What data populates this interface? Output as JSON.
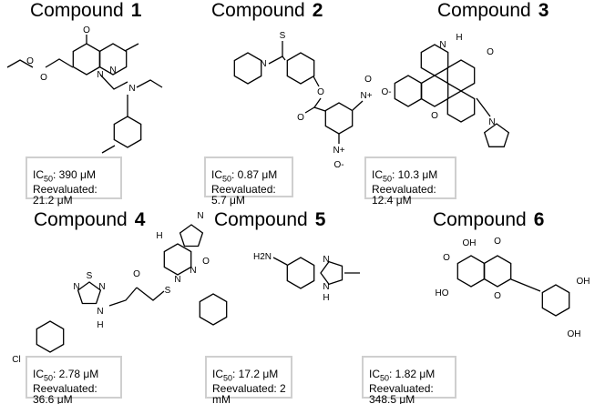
{
  "compounds": [
    {
      "title": "Compound",
      "number": "1",
      "ic50_label": "IC",
      "ic50_sub": "50",
      "ic50": ": 390 μM",
      "reeval": "Reevaluated: 21.2 μM"
    },
    {
      "title": "Compound",
      "number": "2",
      "ic50_label": "IC",
      "ic50_sub": "50",
      "ic50": ": 0.87 μM",
      "reeval": "Reevaluated: 5.7 μM"
    },
    {
      "title": "Compound",
      "number": "3",
      "ic50_label": "IC",
      "ic50_sub": "50",
      "ic50": ": 10.3 μM",
      "reeval": "Reevaluated: 12.4 μM"
    },
    {
      "title": "Compound",
      "number": "4",
      "ic50_label": "IC",
      "ic50_sub": "50",
      "ic50": ": 2.78 μM",
      "reeval": "Reevaluated: 36.6 μM"
    },
    {
      "title": "Compound",
      "number": "5",
      "ic50_label": "IC",
      "ic50_sub": "50",
      "ic50": ": 17.2 μM",
      "reeval": "Reevaluated: 2 mM"
    },
    {
      "title": "Compound",
      "number": "6",
      "ic50_label": "IC",
      "ic50_sub": "50",
      "ic50": ": 1.82 μM",
      "reeval": "Reevaluated: 348.5 μM"
    }
  ]
}
